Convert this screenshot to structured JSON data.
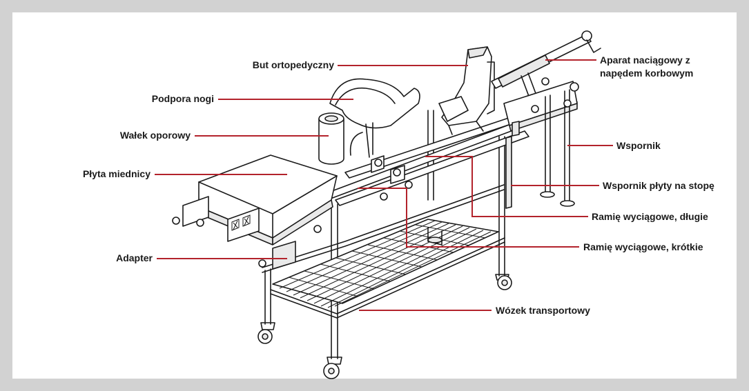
{
  "colors": {
    "background": "#ffffff",
    "frame": "#d2d2d2",
    "leader_line": "#b3222b",
    "label_text": "#1a1a1a"
  },
  "labels": {
    "but": "But ortopedyczny",
    "podpora": "Podpora nogi",
    "walek": "Wałek oporowy",
    "plyta": "Płyta miednicy",
    "adapter": "Adapter",
    "aparat_1": "Aparat naciągowy z",
    "aparat_2": "napędem korbowym",
    "wspornik": "Wspornik",
    "wspornik_stopa": "Wspornik płyty na stopę",
    "ramie_dlugie": "Ramię wyciągowe, długie",
    "ramie_krotkie": "Ramię wyciągowe, krótkie",
    "wozek": "Wózek transportowy"
  }
}
